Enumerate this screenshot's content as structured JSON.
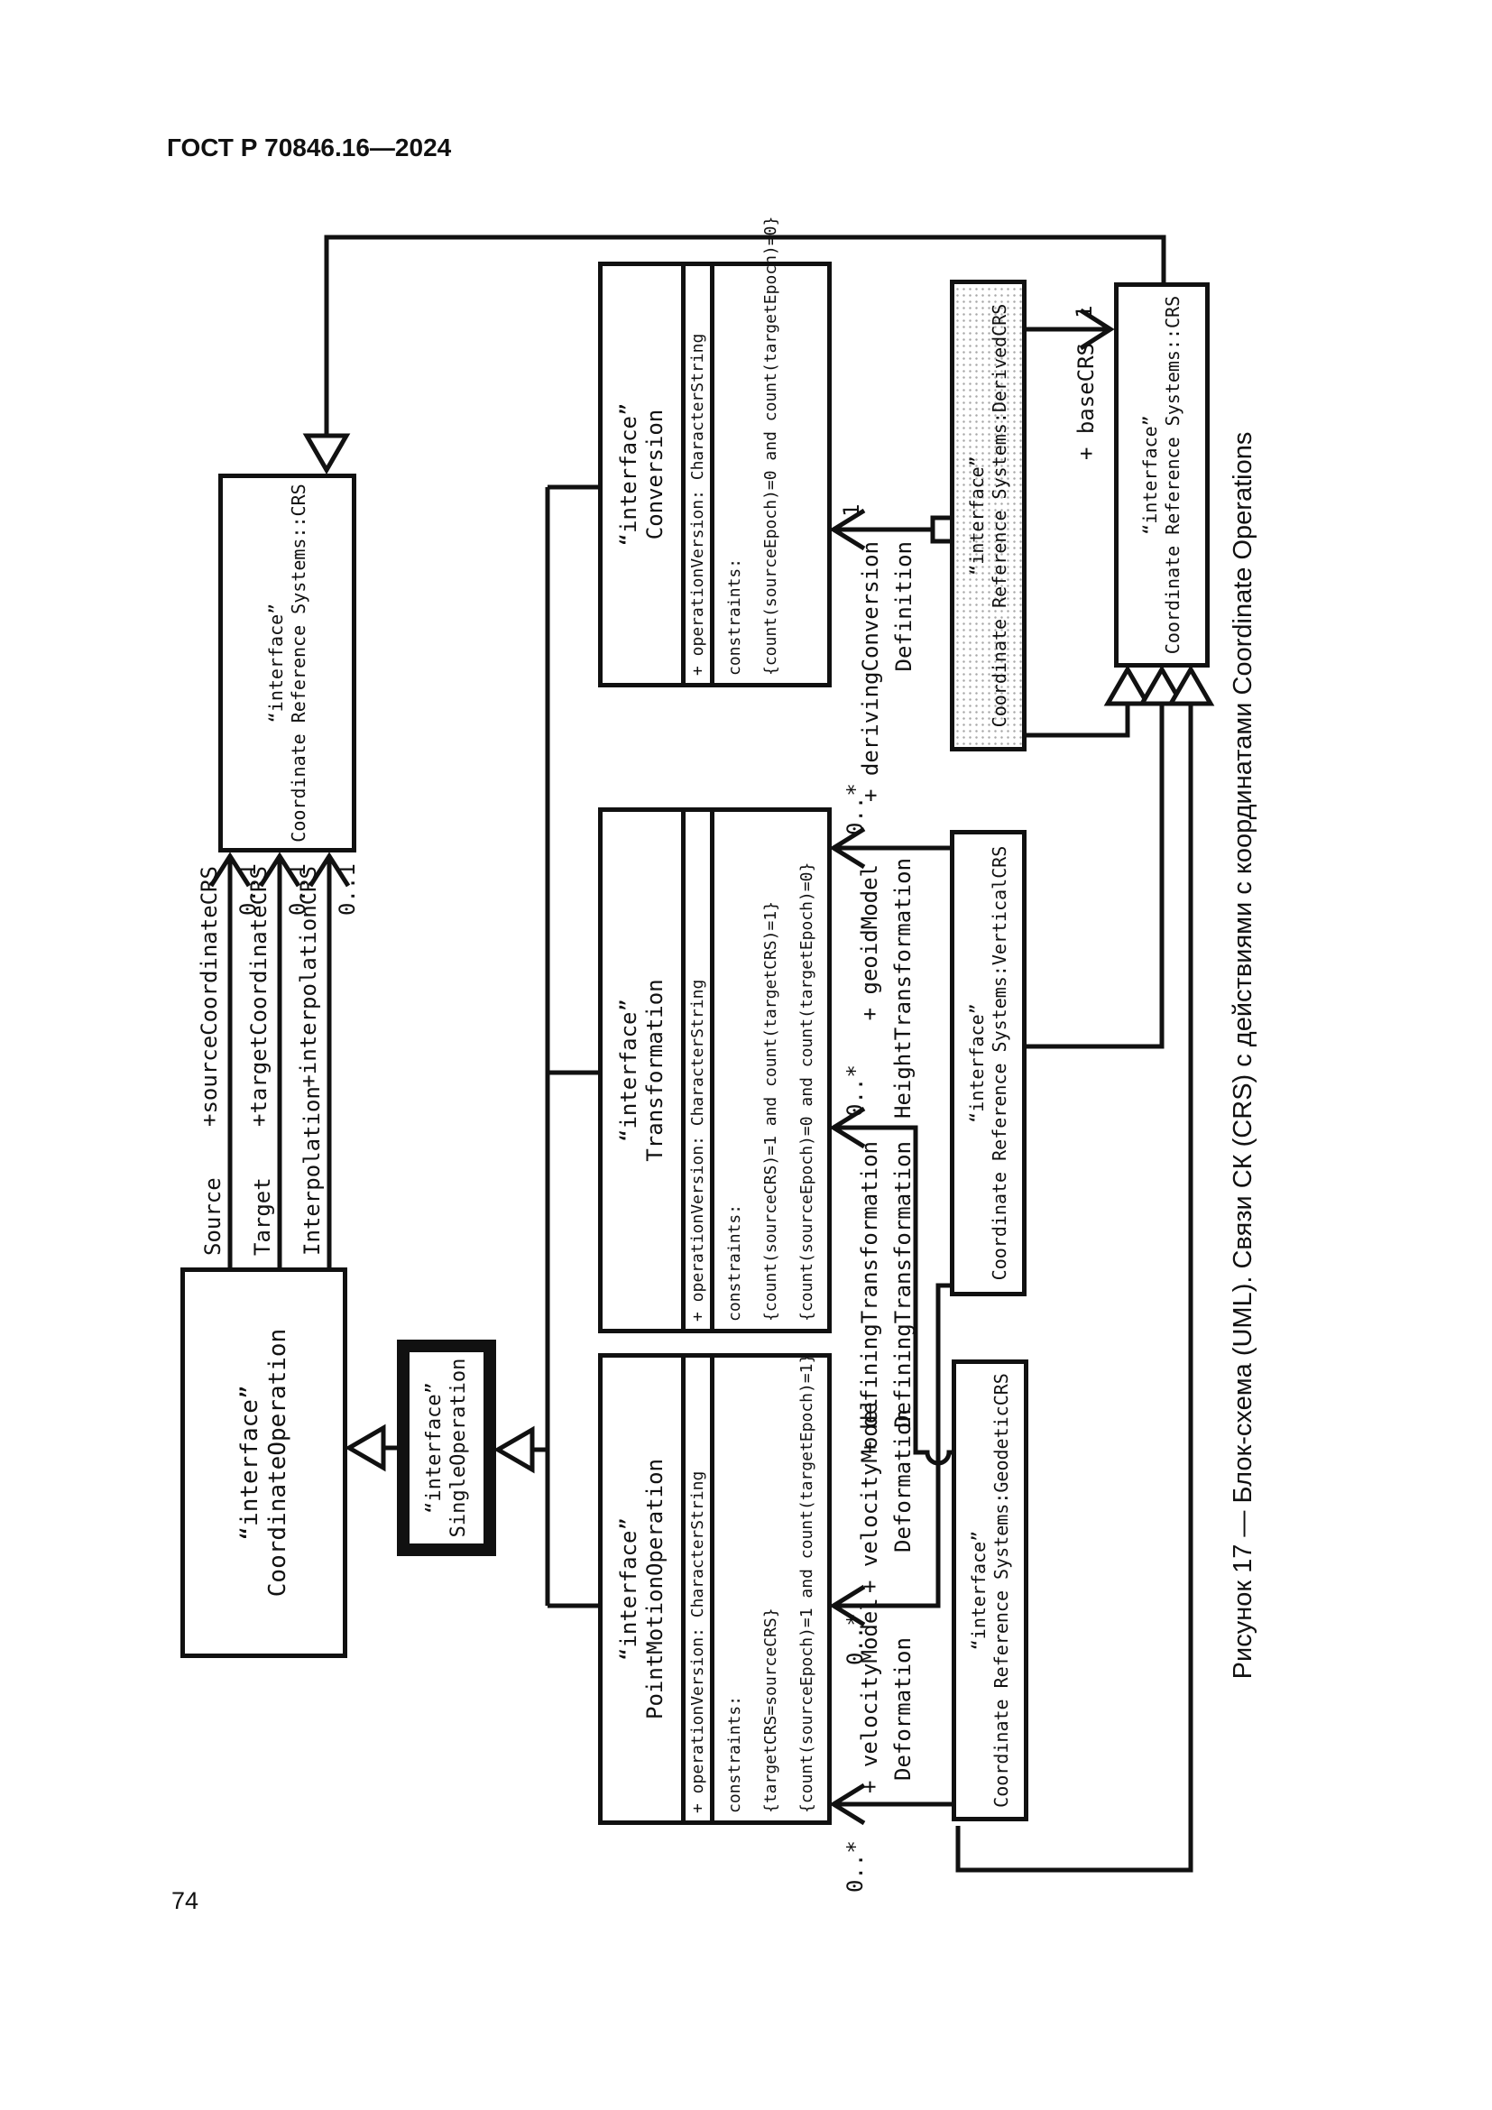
{
  "page": {
    "header": "ГОСТ Р 70846.16—2024",
    "page_number": "74",
    "caption": "Рисунок 17 — Блок-схема (UML). Связи СК (CRS) с действиями с координатами Coordinate Operations"
  },
  "boxes": {
    "coordinate_operation": {
      "stereotype": "“interface”",
      "name": "CoordinateOperation"
    },
    "single_operation": {
      "stereotype": "“interface”",
      "name": "SingleOperation"
    },
    "point_motion_operation": {
      "stereotype": "“interface”",
      "name": "PointMotionOperation",
      "attribute": "+ operationVersion: CharacterString",
      "constraints": [
        "constraints:",
        "{targetCRS=sourceCRS}",
        "{count(sourceEpoch)=1 and count(targetEpoch)=1}"
      ]
    },
    "transformation": {
      "stereotype": "“interface”",
      "name": "Transformation",
      "attribute": "+ operationVersion: CharacterString",
      "constraints": [
        "constraints:",
        "{count(sourceCRS)=1 and count(targetCRS)=1}",
        "{count(sourceEpoch)=0 and count(targetEpoch)=0}"
      ]
    },
    "conversion": {
      "stereotype": "“interface”",
      "name": "Conversion",
      "attribute": "+ operationVersion: CharacterString",
      "constraints": [
        "constraints:",
        "{count(sourceEpoch)=0 and count(targetEpoch)=0}"
      ]
    },
    "crs_top": {
      "stereotype": "“interface”",
      "name": "Coordinate Reference Systems::CRS"
    },
    "geodetic_crs": {
      "stereotype": "“interface”",
      "name": "Coordinate Reference Systems:GeodeticCRS"
    },
    "vertical_crs": {
      "stereotype": "“interface”",
      "name": "Coordinate Reference Systems:VerticalCRS"
    },
    "derived_crs": {
      "stereotype": "“interface”",
      "name": "Coordinate Reference Systems:DerivedCRS"
    },
    "crs_bottom": {
      "stereotype": "“interface”",
      "name": "Coordinate Reference Systems::CRS"
    }
  },
  "associations": {
    "source": {
      "name": "Source",
      "role": "+sourceCoordinateCRS",
      "multiplicity": "0..1"
    },
    "target": {
      "name": "Target",
      "role": "+targetCoordinateCRS",
      "multiplicity": "0..1"
    },
    "interpolation": {
      "name": "Interpolation",
      "role": "+interpolationCRS",
      "multiplicity": "0..1"
    },
    "definition": {
      "name": "Definition",
      "role": "+ derivingConversion",
      "multiplicity": "1"
    },
    "base_crs": {
      "role": "+ baseCRS",
      "multiplicity": "1"
    },
    "height_transformation": {
      "name": "HeightTransformation",
      "role": "+ geoidModel",
      "multiplicity": "0..*"
    },
    "defining_transformation": {
      "name": "DefiningTransformation",
      "role": "+ definingTransformation",
      "multiplicity": "0..*"
    },
    "deformation_vertical": {
      "name": "Deformation",
      "role": "+ velocityModel",
      "multiplicity": "0..*"
    },
    "deformation_geodetic": {
      "name": "Deformation",
      "role": "+ velocityModel",
      "multiplicity": "0..*"
    }
  }
}
